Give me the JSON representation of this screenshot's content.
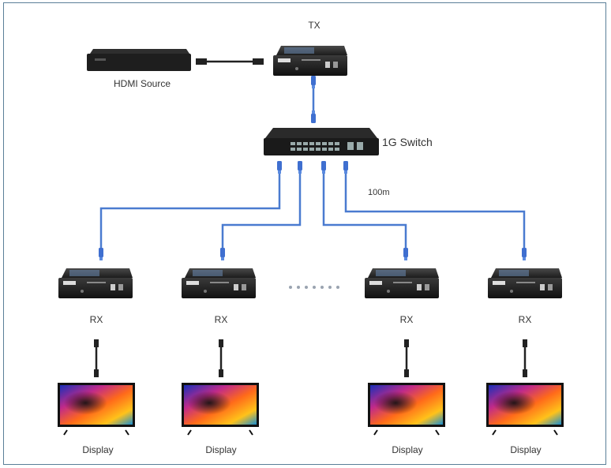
{
  "labels": {
    "tx": "TX",
    "source": "HDMI Source",
    "switch": "1G Switch",
    "distance": "100m",
    "rx": [
      "RX",
      "RX",
      "RX",
      "RX"
    ],
    "display": [
      "Display",
      "Display",
      "Display",
      "Display"
    ]
  },
  "colors": {
    "cable": "#4a7bd0",
    "device": "#1e1e1e",
    "frame": "#5b7f98"
  },
  "icons": [
    "hdmi-source-icon",
    "tx-extender-icon",
    "network-switch-icon",
    "rx-extender-icon",
    "tv-display-icon",
    "ethernet-connector-icon",
    "hdmi-cable-icon"
  ]
}
